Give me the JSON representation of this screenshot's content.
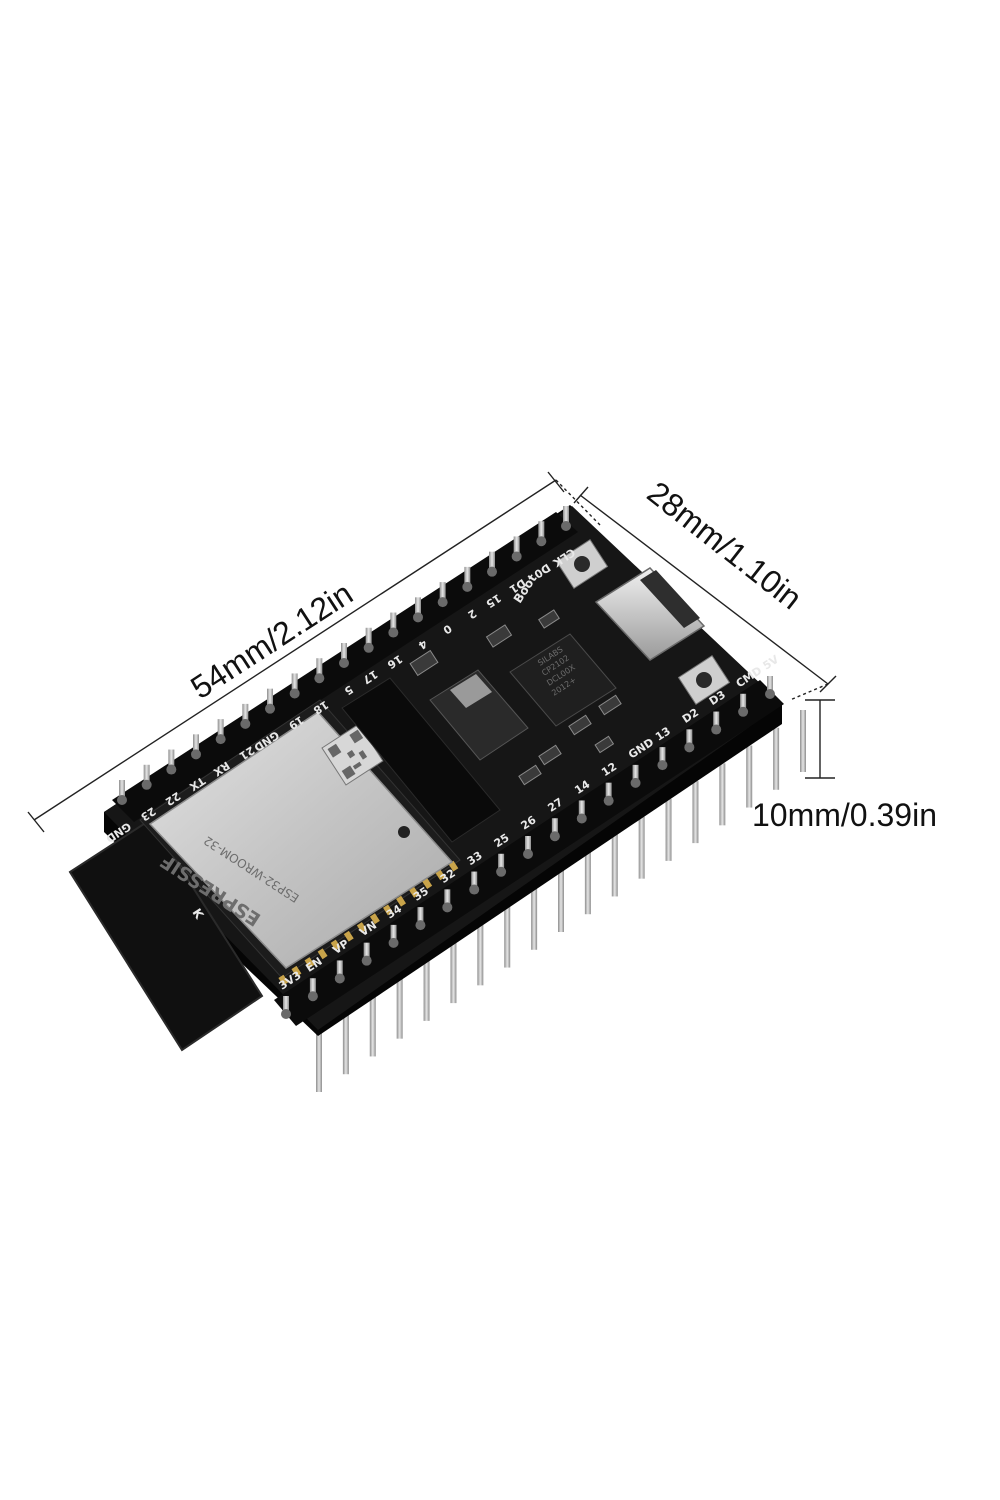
{
  "dimensions": {
    "length": "54mm/2.12in",
    "width": "28mm/1.10in",
    "height": "10mm/0.39in"
  },
  "board": {
    "top_header_labels": [
      "GND",
      "23",
      "22",
      "TX",
      "RX",
      "21",
      "GND",
      "19",
      "18",
      "5",
      "17",
      "16",
      "4",
      "0",
      "2",
      "15",
      "D1",
      "D0",
      "CLK"
    ],
    "bottom_header_labels": [
      "3V3",
      "EN",
      "VP",
      "VN",
      "34",
      "35",
      "32",
      "33",
      "25",
      "26",
      "27",
      "14",
      "12",
      "GND",
      "13",
      "D2",
      "D3",
      "CMD",
      "5V"
    ],
    "boot_label": "Boot",
    "module_brand": "ESPRESSIF",
    "module_model": "ESP32-WROOM-32",
    "usb_chip_text": [
      "SILABS",
      "CP2102",
      "DCL00X",
      "2012+"
    ],
    "colors": {
      "pcb": "#141414",
      "silkscreen": "#e8e8e8",
      "shield_can": "#c9c9c9",
      "header_plastic": "#0c0c0c",
      "pin_metal": "#bdbdbd",
      "dimension_line": "#222222"
    }
  }
}
